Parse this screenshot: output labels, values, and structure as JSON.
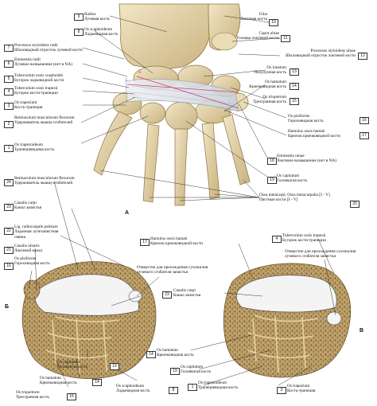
{
  "colors": {
    "bone": "#e7d7ae",
    "bone_shade": "#c9b27e",
    "bone_edge": "#8d7544",
    "cancellous": "#b89a63",
    "cancellous_dot": "#6e5530",
    "ligament": "#d8dfe5",
    "ligament_edge": "#8a96a3",
    "leader": "#222222",
    "pink_marker": "#d23c7c",
    "cavity": "#f4f4f4"
  },
  "panels": {
    "a": "А",
    "b": "Б",
    "c": "В"
  },
  "labels": {
    "l9": {
      "num": "9",
      "la": "Radius",
      "ru": "Лучевая кость"
    },
    "l8": {
      "num": "8",
      "la": "Os scaphoideum",
      "ru": "Ладьевидная кость"
    },
    "l7": {
      "num": "7",
      "la": "Processus styloideus radii",
      "ru": "Шиловидный отросток лучевой кости"
    },
    "l6": {
      "num": "6",
      "la": "Eminentia radii",
      "ru": "Лучевое возвышение (нет в NA)"
    },
    "l5": {
      "num": "5",
      "la": "Tuberculum ossis scaphoidei",
      "ru": "Бугорок ладьевидной кости"
    },
    "l4": {
      "num": "4",
      "la": "Tuberculum ossis trapezii",
      "ru": "Бугорок кости-трапеции"
    },
    "l3": {
      "num": "3",
      "la": "Os trapezium",
      "ru": "Кость-трапеция"
    },
    "l2": {
      "num": "2",
      "la": "Retinaculum musculorum flexorum",
      "ru": "Удерживатель мышц-сгибателей"
    },
    "l1": {
      "num": "1",
      "la": "Os trapezoideum",
      "ru": "Трапециевидная кость"
    },
    "l10": {
      "num": "10",
      "la": "Ulna",
      "ru": "Локтевая кость"
    },
    "l11": {
      "num": "11",
      "la": "Caput ulnae",
      "ru": "Головка локтевой кости"
    },
    "l12": {
      "num": "12",
      "la": "Processus styloideus ulnae",
      "ru": "Шиловидный отросток локтевой кости"
    },
    "l13": {
      "num": "13",
      "la": "Os lunatum",
      "ru": "Полулунная кость"
    },
    "l14": {
      "num": "14",
      "la": "Os hamatum",
      "ru": "Крючковидная кость"
    },
    "l15": {
      "num": "15",
      "la": "Os triquetrum",
      "ru": "Трехгранная кость"
    },
    "l16": {
      "num": "16",
      "la": "Os pisiforme",
      "ru": "Гороховидная кость"
    },
    "l17": {
      "num": "17",
      "la": "Hamulus ossis hamati",
      "ru": "Крючок крючковидной кости"
    },
    "l18": {
      "num": "18",
      "la": "Eminentia ulnae",
      "ru": "Локтевое возвышение (нет в NA)"
    },
    "l19": {
      "num": "19",
      "la": "Os capitatum",
      "ru": "Головчатая кость"
    },
    "l20": {
      "num": "20",
      "la": "Ossa metacarpi; Ossa metacarpalia [I - V]",
      "ru": "Пястные кости [I - V]"
    },
    "l24": {
      "num": "24",
      "la": "Retinaculum musculorum flexorum",
      "ru": "Удерживатель мышц-сгибателей"
    },
    "l23": {
      "num": "23",
      "la": "Canalis carpi",
      "ru": "Канал запястья"
    },
    "l22": {
      "num": "22",
      "la": "Lig. radiocarpale palmare",
      "ru": "Ладонная лучезапястная связка"
    },
    "l21": {
      "num": "21",
      "la": "Canalis ulnaris",
      "ru": "Локтевой канал"
    },
    "b16": {
      "num": "16",
      "la": "Os pisiforme",
      "ru": "Гороховидная кость"
    },
    "b19": {
      "num": "19",
      "la": "Os capitatum",
      "ru": "Головчатая кость"
    },
    "b14": {
      "num": "14",
      "la": "Os hamatum",
      "ru": "Крючковидная кость"
    },
    "b15": {
      "num": "15",
      "la": "Os triquetrum",
      "ru": "Трехгранная кость"
    },
    "b8": {
      "num": "8",
      "la": "Os scaphoideum",
      "ru": "Ладьевидная кость"
    },
    "c17": {
      "num": "17",
      "la": "Hamulus ossis hamati",
      "ru": "Крючок крючковидной кости"
    },
    "c4": {
      "num": "4",
      "la": "Tuberculum ossis trapezii",
      "ru": "Бугорок кости-трапеции"
    },
    "c23": {
      "num": "23",
      "la": "Canalis carpi",
      "ru": "Канал запястья"
    },
    "c14": {
      "num": "14",
      "la": "Os hamatum",
      "ru": "Крючковидная кость"
    },
    "c19": {
      "num": "19",
      "la": "Os capitatum",
      "ru": "Головчатая кость"
    },
    "c1": {
      "num": "1",
      "la": "Os trapezoideum",
      "ru": "Трапециевидная кость"
    },
    "c3": {
      "num": "3",
      "la": "Os trapezium",
      "ru": "Кость-трапеция"
    }
  },
  "notes": {
    "b_opening": "Отверстие для прохождения сухожилия лучевого сгибателя запястья",
    "c_opening": "Отверстие для прохождения сухожилия лучевого сгибателя запястья"
  },
  "markers": {
    "roman1": "I",
    "roman2": "II"
  }
}
